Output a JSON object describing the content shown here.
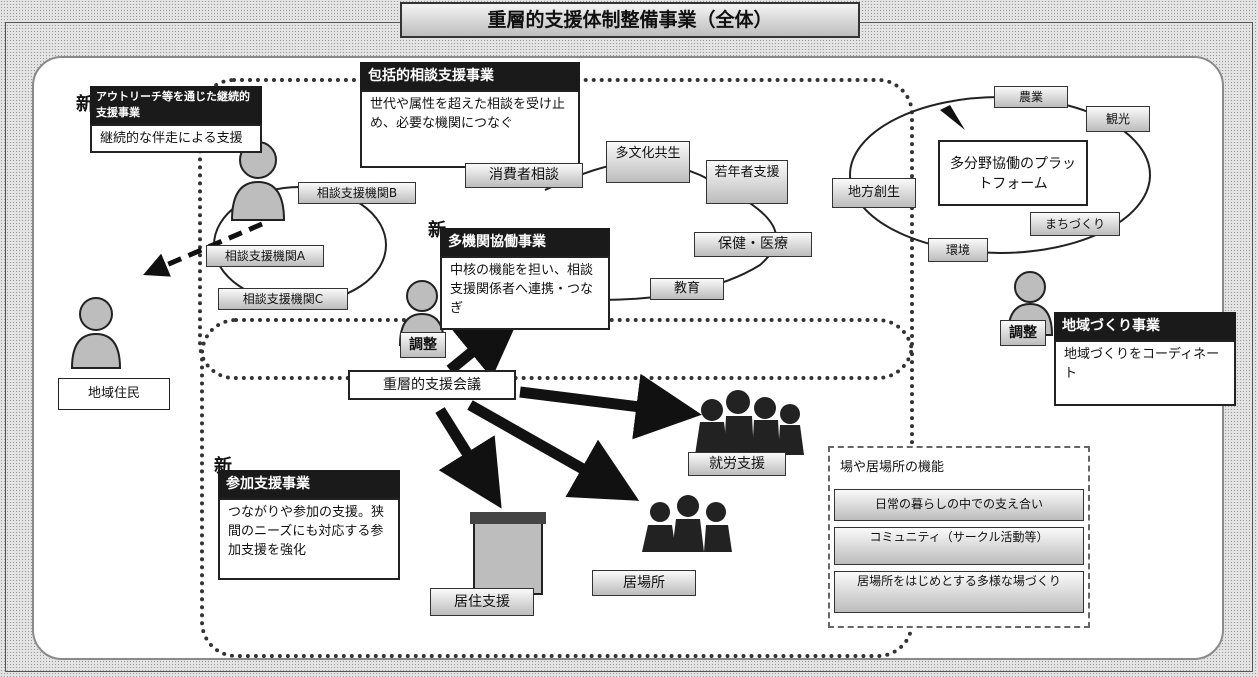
{
  "title": "重層的支援体制整備事業（全体）",
  "shin": "新",
  "outreach": {
    "head": "アウトリーチ等を通じた継続的支援事業",
    "body": "継続的な伴走による支援"
  },
  "comprehensive": {
    "head": "包括的相談支援事業",
    "body": "世代や属性を超えた相談を受け止め、必要な機関につなぐ"
  },
  "agencies": {
    "a": "相談支援機関A",
    "b": "相談支援機関B",
    "c": "相談支援機関C"
  },
  "resident": "地域住民",
  "fields": {
    "consumer": "消費者相談",
    "multicultural": "多文化共生",
    "youth": "若年者支援",
    "health": "保健・医療",
    "education": "教育"
  },
  "multi_agency": {
    "head": "多機関協働事業",
    "body": "中核の機能を担い、相談支援関係者へ連携・つなぎ"
  },
  "adjust": "調整",
  "meeting": "重層的支援会議",
  "community": {
    "regional": "地方創生",
    "agri": "農業",
    "tourism": "観光",
    "machi": "まちづくり",
    "env": "環境",
    "platform": "多分野協働のプラットフォーム",
    "head": "地域づくり事業",
    "body": "地域づくりをコーディネート"
  },
  "participation": {
    "head": "参加支援事業",
    "body": "つながりや参加の支援。狭間のニーズにも対応する参加支援を強化"
  },
  "employment": "就労支援",
  "ibasho": "居場所",
  "housing": "居住支援",
  "place_functions": {
    "title": "場や居場所の機能",
    "items": [
      "日常の暮らしの中での支え合い",
      "コミュニティ（サークル活動等）",
      "居場所をはじめとする多様な場づくり"
    ]
  },
  "colors": {
    "head_bg": "#1a1a1a",
    "box_gradient_top": "#fafafa",
    "box_gradient_bottom": "#bcbcbc"
  }
}
